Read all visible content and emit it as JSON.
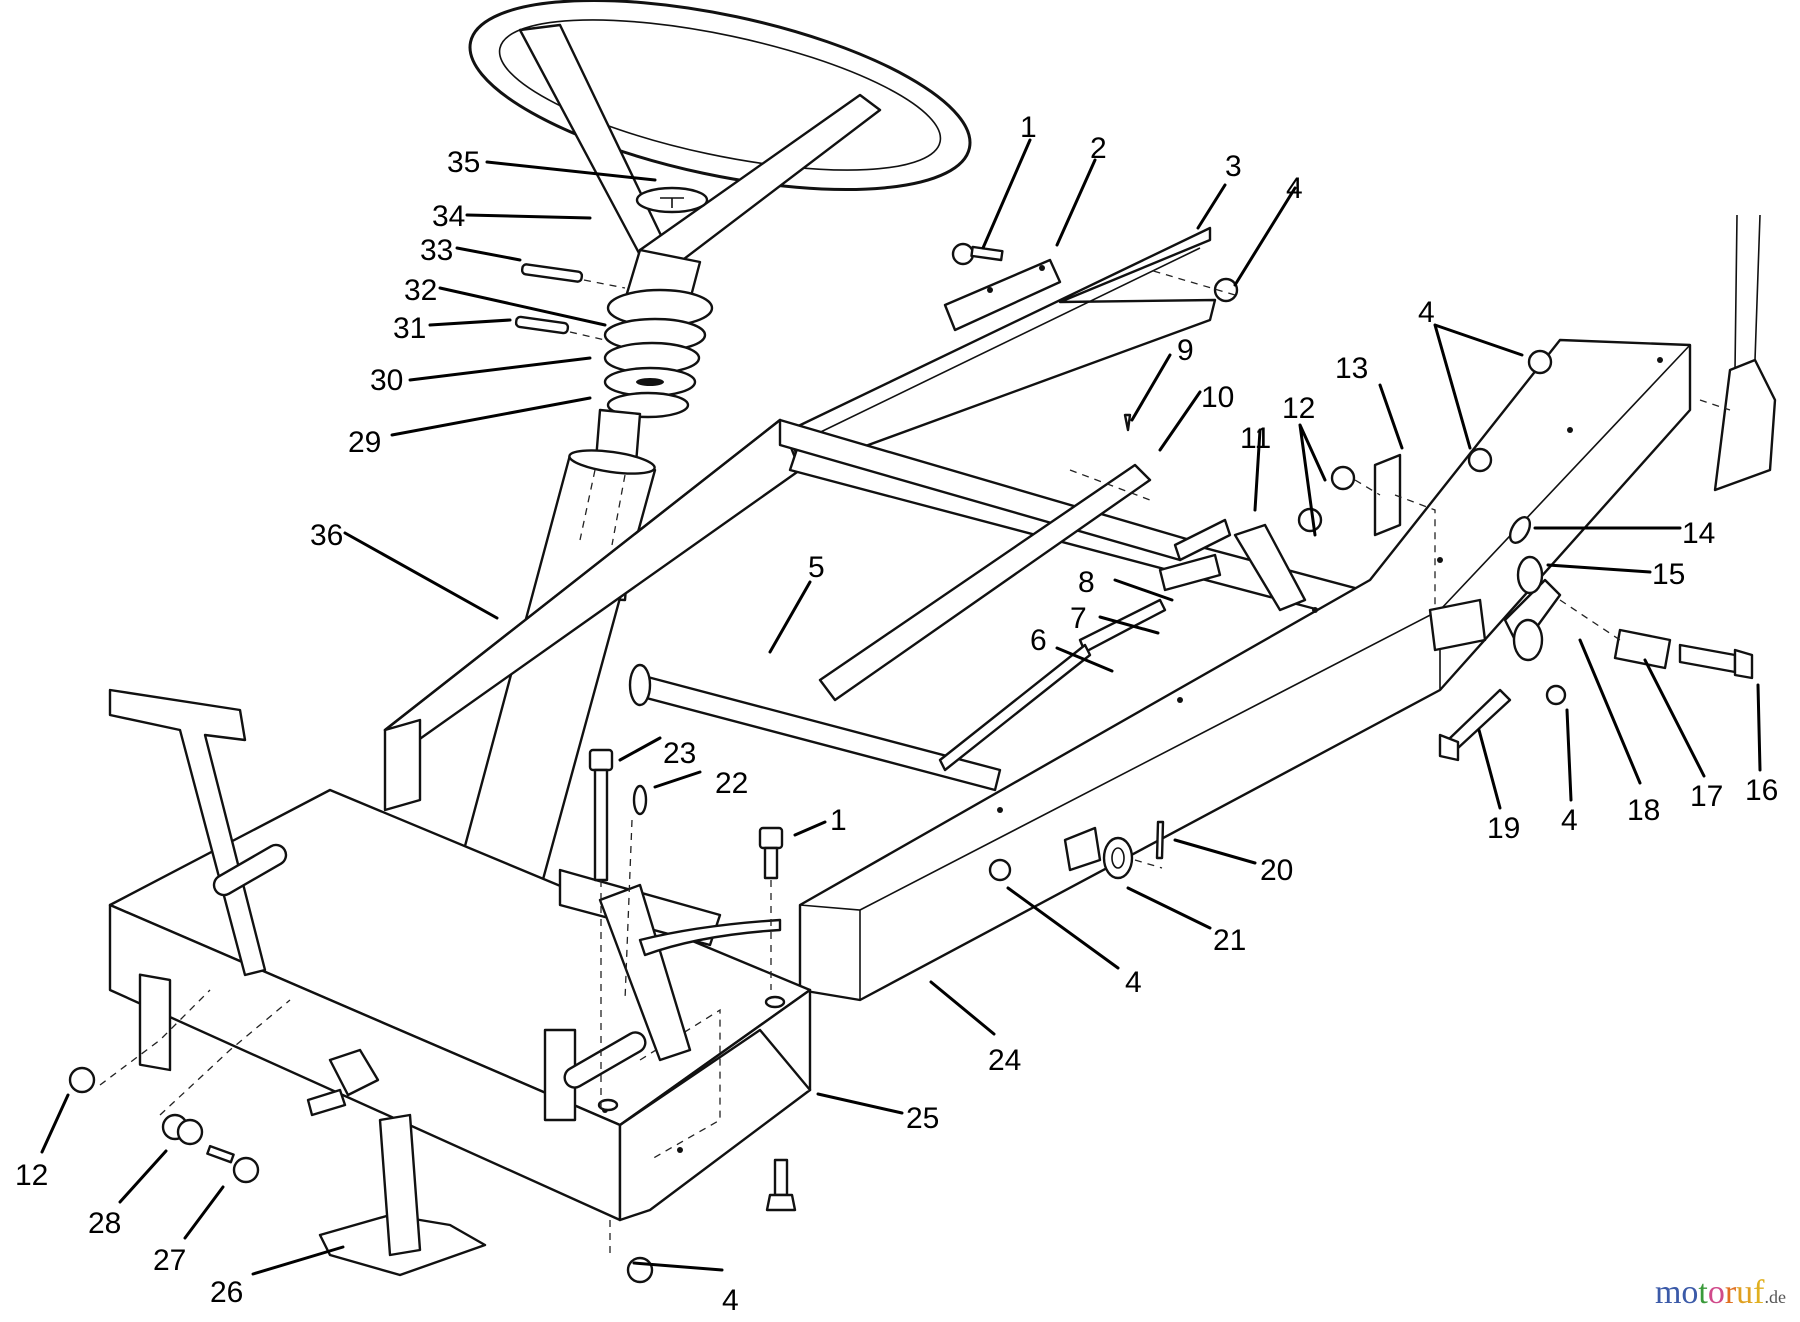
{
  "diagram": {
    "title": "Steering / front frame assembly exploded view",
    "callouts": [
      {
        "id": "c35",
        "label": "35"
      },
      {
        "id": "c34",
        "label": "34"
      },
      {
        "id": "c33",
        "label": "33"
      },
      {
        "id": "c32",
        "label": "32"
      },
      {
        "id": "c31",
        "label": "31"
      },
      {
        "id": "c30",
        "label": "30"
      },
      {
        "id": "c29",
        "label": "29"
      },
      {
        "id": "c36",
        "label": "36"
      },
      {
        "id": "c1a",
        "label": "1"
      },
      {
        "id": "c2",
        "label": "2"
      },
      {
        "id": "c3",
        "label": "3"
      },
      {
        "id": "c4a",
        "label": "4"
      },
      {
        "id": "c9",
        "label": "9"
      },
      {
        "id": "c10",
        "label": "10"
      },
      {
        "id": "c11",
        "label": "11"
      },
      {
        "id": "c12a",
        "label": "12"
      },
      {
        "id": "c13",
        "label": "13"
      },
      {
        "id": "c4b",
        "label": "4"
      },
      {
        "id": "c14",
        "label": "14"
      },
      {
        "id": "c15",
        "label": "15"
      },
      {
        "id": "c8",
        "label": "8"
      },
      {
        "id": "c7",
        "label": "7"
      },
      {
        "id": "c6",
        "label": "6"
      },
      {
        "id": "c5",
        "label": "5"
      },
      {
        "id": "c16",
        "label": "16"
      },
      {
        "id": "c17",
        "label": "17"
      },
      {
        "id": "c18",
        "label": "18"
      },
      {
        "id": "c4c",
        "label": "4"
      },
      {
        "id": "c19",
        "label": "19"
      },
      {
        "id": "c23",
        "label": "23"
      },
      {
        "id": "c22",
        "label": "22"
      },
      {
        "id": "c1b",
        "label": "1"
      },
      {
        "id": "c20",
        "label": "20"
      },
      {
        "id": "c21",
        "label": "21"
      },
      {
        "id": "c4d",
        "label": "4"
      },
      {
        "id": "c24",
        "label": "24"
      },
      {
        "id": "c25",
        "label": "25"
      },
      {
        "id": "c12b",
        "label": "12"
      },
      {
        "id": "c28",
        "label": "28"
      },
      {
        "id": "c27",
        "label": "27"
      },
      {
        "id": "c26",
        "label": "26"
      },
      {
        "id": "c4e",
        "label": "4"
      }
    ]
  },
  "watermark": {
    "letters": [
      "m",
      "o",
      "t",
      "o",
      "r",
      "u",
      "f"
    ],
    "colors": [
      "#3b5aa8",
      "#3b5aa8",
      "#3a9a3a",
      "#d04a8a",
      "#e07020",
      "#e0a020",
      "#e0b020"
    ],
    "tld": ".de"
  }
}
